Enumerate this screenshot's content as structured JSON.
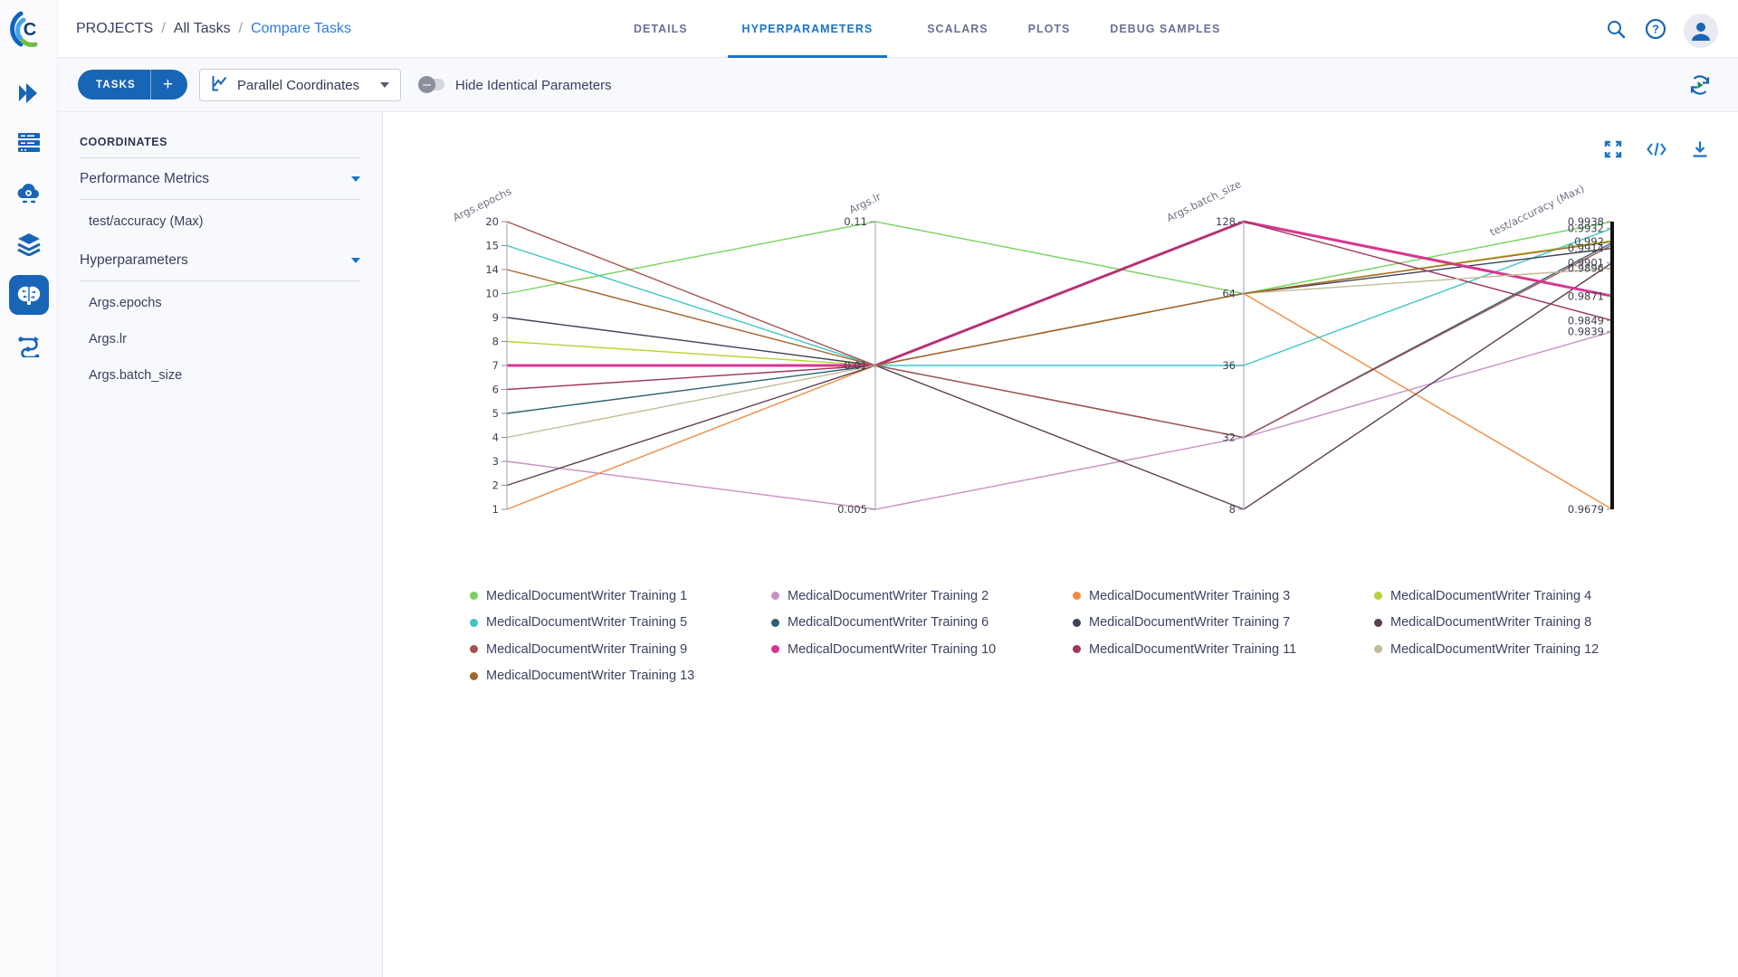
{
  "header": {
    "breadcrumb": [
      "PROJECTS",
      "All Tasks",
      "Compare Tasks"
    ],
    "tabs": [
      {
        "label": "DETAILS",
        "active": false
      },
      {
        "label": "HYPERPARAMETERS",
        "active": true
      },
      {
        "label": "SCALARS",
        "active": false
      },
      {
        "label": "PLOTS",
        "active": false
      },
      {
        "label": "DEBUG SAMPLES",
        "active": false
      }
    ]
  },
  "toolbar": {
    "tasks_label": "TASKS",
    "add_label": "+",
    "view_selector": "Parallel Coordinates",
    "hide_identical_label": "Hide Identical Parameters"
  },
  "coordinates_panel": {
    "title": "COORDINATES",
    "sections": [
      {
        "label": "Performance Metrics",
        "items": [
          "test/accuracy (Max)"
        ]
      },
      {
        "label": "Hyperparameters",
        "items": [
          "Args.epochs",
          "Args.lr",
          "Args.batch_size"
        ]
      }
    ]
  },
  "chart_data": {
    "type": "parallel-coordinates",
    "axes": [
      {
        "title": "Args.epochs",
        "type": "category",
        "categories": [
          "20",
          "15",
          "14",
          "10",
          "9",
          "8",
          "7",
          "6",
          "5",
          "4",
          "3",
          "2",
          "1"
        ]
      },
      {
        "title": "Args.lr",
        "type": "category",
        "categories": [
          "0.11",
          "0.01",
          "0.005"
        ]
      },
      {
        "title": "Args.batch_size",
        "type": "category",
        "categories": [
          "128",
          "64",
          "36",
          "32",
          "8"
        ]
      },
      {
        "title": "test/accuracy (Max)",
        "type": "linear",
        "range": [
          0.9679,
          0.9938
        ],
        "tick_labels": [
          "0.9938",
          "0.9932",
          "0.992",
          "0.9914",
          "0.9901",
          "0.9896",
          "0.9871",
          "0.9849",
          "0.9839",
          "0.9679"
        ],
        "highlighted": true
      }
    ],
    "series": [
      {
        "name": "MedicalDocumentWriter Training 1",
        "color": "#77d35c",
        "values": [
          "10",
          "0.11",
          "64",
          0.9938
        ],
        "width": 1.4
      },
      {
        "name": "MedicalDocumentWriter Training 2",
        "color": "#c98fc4",
        "values": [
          "3",
          "0.005",
          "32",
          0.9839
        ],
        "width": 1.4
      },
      {
        "name": "MedicalDocumentWriter Training 3",
        "color": "#ee8b43",
        "values": [
          "1",
          "0.01",
          "64",
          0.9679
        ],
        "width": 1.4
      },
      {
        "name": "MedicalDocumentWriter Training 4",
        "color": "#b8d335",
        "values": [
          "8",
          "0.01",
          "64",
          0.9921
        ],
        "width": 1.4
      },
      {
        "name": "MedicalDocumentWriter Training 5",
        "color": "#3ec5c6",
        "values": [
          "15",
          "0.01",
          "36",
          0.9932
        ],
        "width": 1.4
      },
      {
        "name": "MedicalDocumentWriter Training 6",
        "color": "#2b6073",
        "values": [
          "5",
          "0.01",
          "32",
          0.9919
        ],
        "width": 1.4
      },
      {
        "name": "MedicalDocumentWriter Training 7",
        "color": "#3c4257",
        "values": [
          "9",
          "0.01",
          "64",
          0.9914
        ],
        "width": 1.4
      },
      {
        "name": "MedicalDocumentWriter Training 8",
        "color": "#5d3f54",
        "values": [
          "2",
          "0.01",
          "8",
          0.9901
        ],
        "width": 1.4
      },
      {
        "name": "MedicalDocumentWriter Training 9",
        "color": "#a65353",
        "values": [
          "20",
          "0.01",
          "32",
          0.9917
        ],
        "width": 1.4
      },
      {
        "name": "MedicalDocumentWriter Training 10",
        "color": "#d6368f",
        "values": [
          "7",
          "0.01",
          "128",
          0.9871
        ],
        "width": 3
      },
      {
        "name": "MedicalDocumentWriter Training 11",
        "color": "#9d3560",
        "values": [
          "6",
          "0.01",
          "128",
          0.9849
        ],
        "width": 1.4
      },
      {
        "name": "MedicalDocumentWriter Training 12",
        "color": "#c2bb94",
        "values": [
          "4",
          "0.01",
          "64",
          0.9896
        ],
        "width": 1.4
      },
      {
        "name": "MedicalDocumentWriter Training 13",
        "color": "#a4652b",
        "values": [
          "14",
          "0.01",
          "64",
          0.992
        ],
        "width": 1.4
      }
    ],
    "legend_position": "below",
    "grid": false
  }
}
